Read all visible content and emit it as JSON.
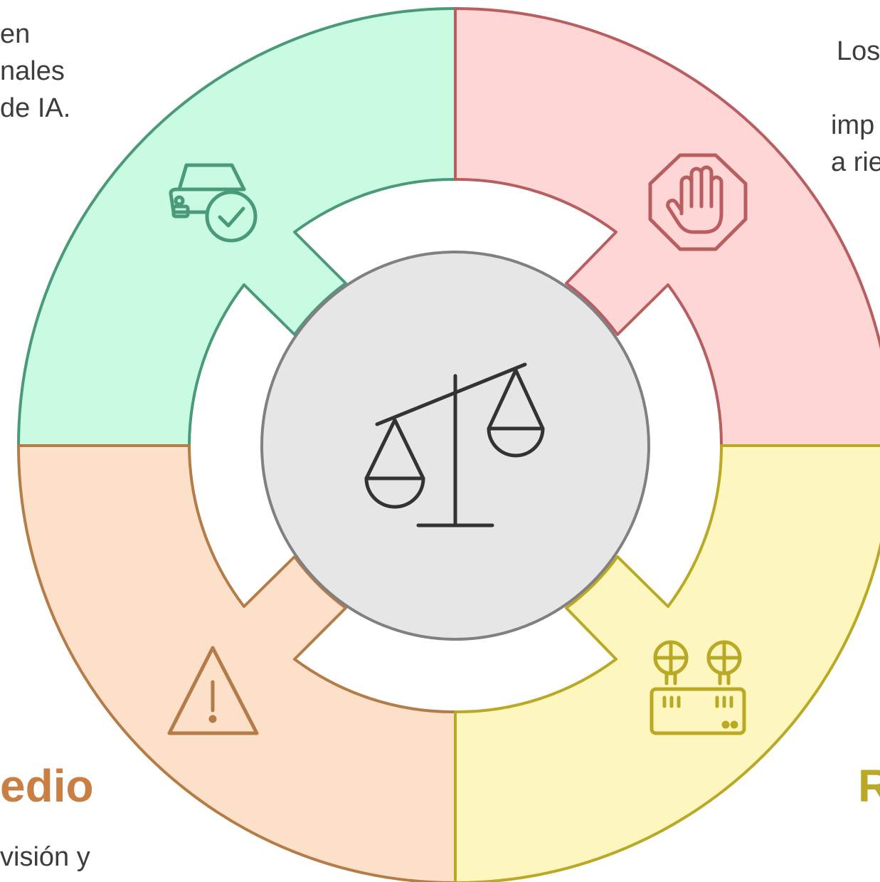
{
  "colors": {
    "green_fill": "#c9fbe3",
    "green_stroke": "#4a9a7a",
    "red_fill": "#fed6d6",
    "red_stroke": "#b95e5e",
    "orange_fill": "#fde0c9",
    "orange_stroke": "#b47c46",
    "yellow_fill": "#fdf6bf",
    "yellow_stroke": "#b9a925",
    "center_fill": "#e6e6e6",
    "center_stroke": "#808080",
    "icon_dark": "#333333",
    "text": "#3d3d3d",
    "orange_title": "#c97e44",
    "yellow_title": "#b9a925"
  },
  "text_fragments": {
    "top_left": [
      "en",
      "nales",
      "de IA."
    ],
    "top_right_1": "Los",
    "top_right_2": [
      "imp",
      "a rie"
    ],
    "bottom_left_title": "edio",
    "bottom_left_body": "visión y",
    "bottom_right_title": "R"
  },
  "icons": {
    "center": "balance-scale-icon",
    "top_left": "car-check-icon",
    "top_right": "stop-hand-icon",
    "bottom_left": "warning-triangle-icon",
    "bottom_right": "control-panel-icon"
  }
}
